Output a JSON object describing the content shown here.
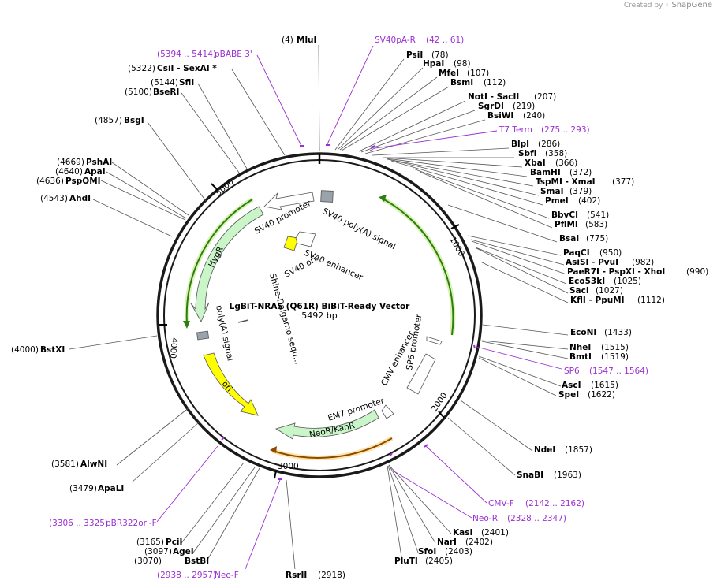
{
  "credit": {
    "prefix": "Created by",
    "brand": "SnapGene"
  },
  "plasmid": {
    "name": "LgBiT-NRAS (Q61R) BiBiT-Ready Vector",
    "length": 5492,
    "length_label": "5492 bp"
  },
  "ticks": [
    "1000",
    "2000",
    "3000",
    "4000",
    "5000"
  ],
  "sites": [
    {
      "name": "MluI",
      "pos": "(4)"
    },
    {
      "name": "PsiI",
      "pos": "(78)"
    },
    {
      "name": "HpaI",
      "pos": "(98)"
    },
    {
      "name": "MfeI",
      "pos": "(107)"
    },
    {
      "name": "BsmI",
      "pos": "(112)"
    },
    {
      "name": "NotI - SacII",
      "pos": "(207)"
    },
    {
      "name": "SgrDI",
      "pos": "(219)"
    },
    {
      "name": "BsiWI",
      "pos": "(240)"
    },
    {
      "name": "BlpI",
      "pos": "(286)"
    },
    {
      "name": "SbfI",
      "pos": "(358)"
    },
    {
      "name": "XbaI",
      "pos": "(366)"
    },
    {
      "name": "BamHI",
      "pos": "(372)"
    },
    {
      "name": "TspMI - XmaI",
      "pos": "(377)"
    },
    {
      "name": "SmaI",
      "pos": "(379)"
    },
    {
      "name": "PmeI",
      "pos": "(402)"
    },
    {
      "name": "BbvCI",
      "pos": "(541)"
    },
    {
      "name": "PflMI",
      "pos": "(583)"
    },
    {
      "name": "BsaI",
      "pos": "(775)"
    },
    {
      "name": "PaqCI",
      "pos": "(950)"
    },
    {
      "name": "AsiSI - PvuI",
      "pos": "(982)"
    },
    {
      "name": "PaeR7I - PspXI - XhoI",
      "pos": "(990)"
    },
    {
      "name": "Eco53kI",
      "pos": "(1025)"
    },
    {
      "name": "SacI",
      "pos": "(1027)"
    },
    {
      "name": "KflI - PpuMI",
      "pos": "(1112)"
    },
    {
      "name": "EcoNI",
      "pos": "(1433)"
    },
    {
      "name": "NheI",
      "pos": "(1515)"
    },
    {
      "name": "BmtI",
      "pos": "(1519)"
    },
    {
      "name": "AscI",
      "pos": "(1615)"
    },
    {
      "name": "SpeI",
      "pos": "(1622)"
    },
    {
      "name": "NdeI",
      "pos": "(1857)"
    },
    {
      "name": "SnaBI",
      "pos": "(1963)"
    },
    {
      "name": "KasI",
      "pos": "(2401)"
    },
    {
      "name": "NarI",
      "pos": "(2402)"
    },
    {
      "name": "SfoI",
      "pos": "(2403)"
    },
    {
      "name": "PluTI",
      "pos": "(2405)"
    },
    {
      "name": "RsrII",
      "pos": "(2918)"
    },
    {
      "name": "BstBI",
      "pos": "(3070)"
    },
    {
      "name": "AgeI",
      "pos": "(3097)"
    },
    {
      "name": "PciI",
      "pos": "(3165)"
    },
    {
      "name": "ApaLI",
      "pos": "(3479)"
    },
    {
      "name": "AlwNI",
      "pos": "(3581)"
    },
    {
      "name": "BstXI",
      "pos": "(4000)"
    },
    {
      "name": "AhdI",
      "pos": "(4543)"
    },
    {
      "name": "PspOMI",
      "pos": "(4636)"
    },
    {
      "name": "ApaI",
      "pos": "(4640)"
    },
    {
      "name": "PshAI",
      "pos": "(4669)"
    },
    {
      "name": "BsgI",
      "pos": "(4857)"
    },
    {
      "name": "BseRI",
      "pos": "(5100)"
    },
    {
      "name": "SfiI",
      "pos": "(5144)"
    },
    {
      "name": "CsiI - SexAI *",
      "pos": "(5322)"
    }
  ],
  "primers": [
    {
      "name": "SV40pA-R",
      "range": "(42 .. 61)"
    },
    {
      "name": "T7 Term",
      "range": "(275 .. 293)"
    },
    {
      "name": "SP6",
      "range": "(1547 .. 1564)"
    },
    {
      "name": "CMV-F",
      "range": "(2142 .. 2162)"
    },
    {
      "name": "Neo-R",
      "range": "(2328 .. 2347)"
    },
    {
      "name": "Neo-F",
      "range": "(2938 .. 2957)"
    },
    {
      "name": "pBR322ori-F",
      "range": "(3306 .. 3325)"
    },
    {
      "name": "pBABE 3'",
      "range": "(5394 .. 5414)"
    }
  ],
  "features": {
    "sv40_polya": "SV40 poly(A) signal",
    "sv40_promoter": "SV40 promoter",
    "sv40_enhancer": "SV40 enhancer",
    "sv40_ori": "SV40 ori",
    "hygr": "HygR",
    "polya": "poly(A) signal",
    "shine": "Shine-Dalgarno sequ...",
    "ori": "ori",
    "cmv_enhancer": "CMV enhancer",
    "sp6_promoter": "SP6 promoter",
    "em7": "EM7 promoter",
    "neor": "NeoR/KanR"
  },
  "colors": {
    "ring": "#1a1a1a",
    "primer": "#9b2fd2",
    "hygr": "#c9f5c9",
    "ori": "#ffff00",
    "cds_orange": "#f5a623"
  }
}
